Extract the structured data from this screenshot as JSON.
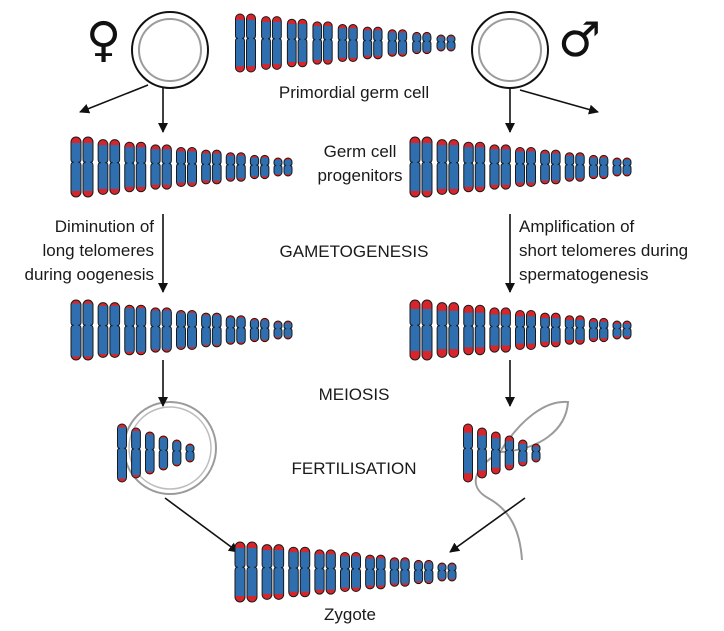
{
  "symbols": {
    "female": "♀",
    "male": "♂"
  },
  "labels": {
    "primordial": "Primordial germ cell",
    "progenitors_line1": "Germ cell",
    "progenitors_line2": "progenitors",
    "diminution_line1": "Diminution of",
    "diminution_line2": "long telomeres",
    "diminution_line3": "during oogenesis",
    "amplification_line1": "Amplification of",
    "amplification_line2": "short telomeres during",
    "amplification_line3": "spermatogenesis",
    "gametogenesis": "GAMETOGENESIS",
    "meiosis": "MEIOSIS",
    "fertilisation": "FERTILISATION",
    "zygote": "Zygote"
  },
  "colors": {
    "chromosome_body": "#2f6fb0",
    "telomere": "#d7262b",
    "outline": "#1a1a1a",
    "cell_ring": "#9b9b9b"
  }
}
